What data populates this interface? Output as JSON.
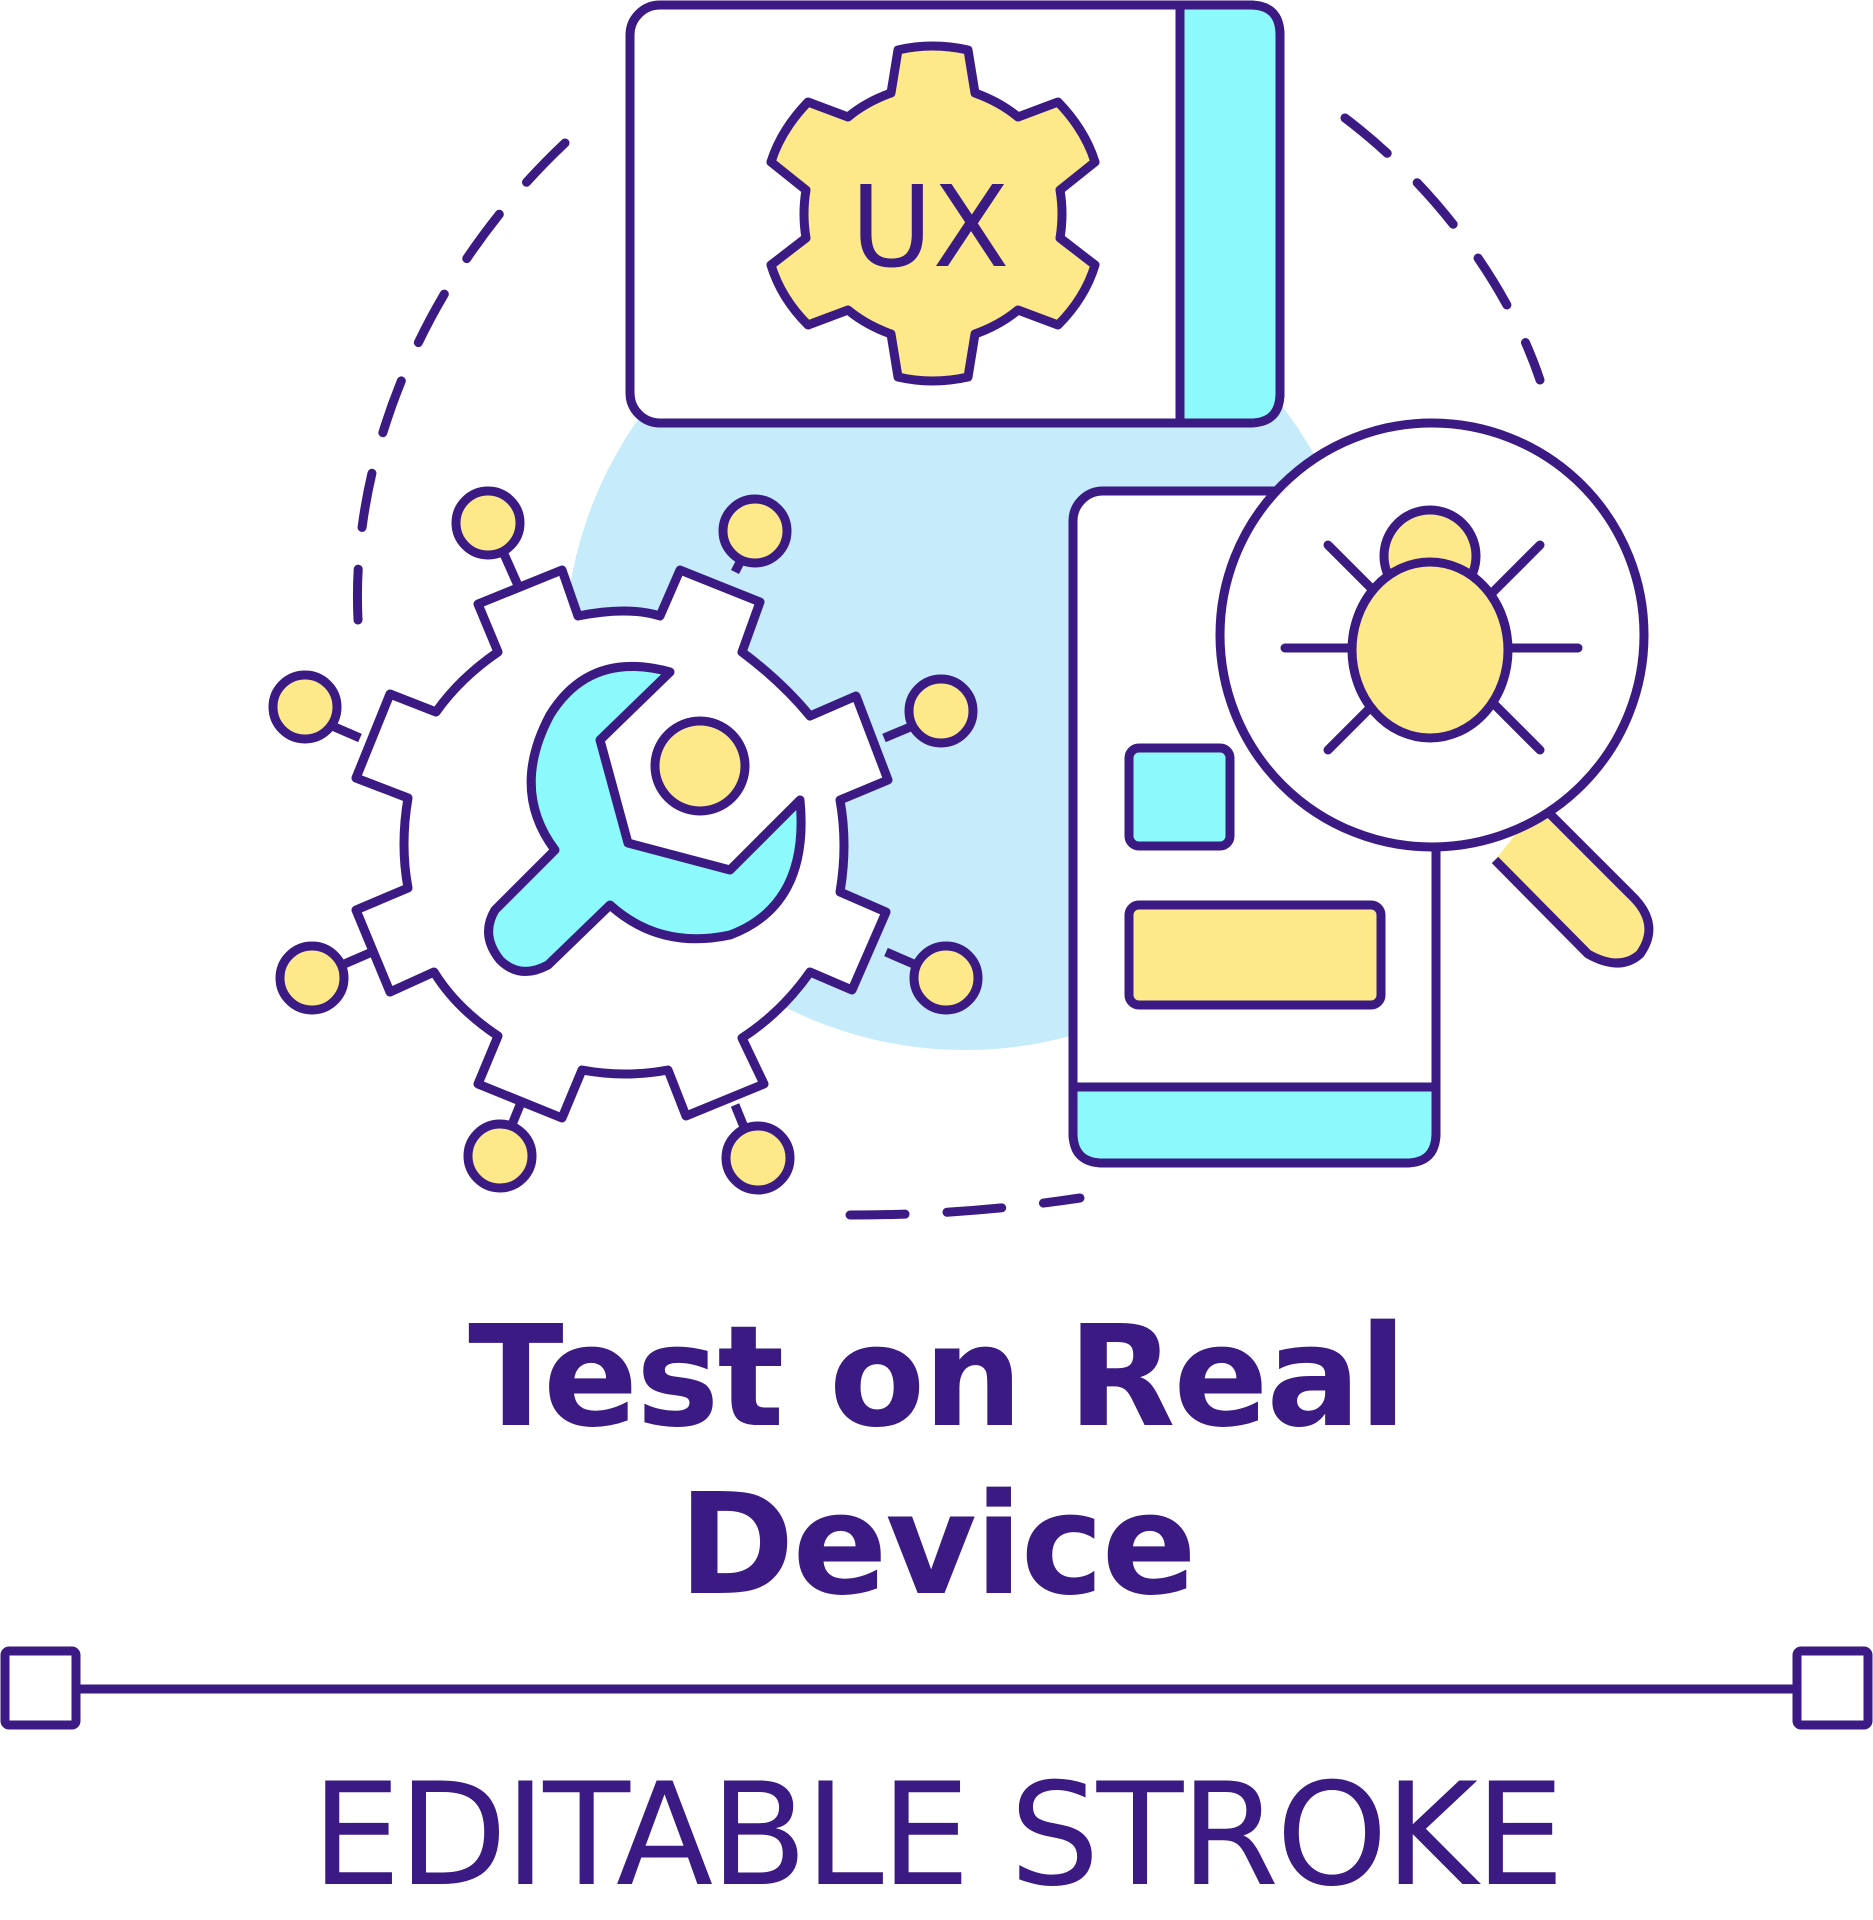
{
  "title": {
    "line1": "Test on Real",
    "line2": "Device"
  },
  "caption": "EDITABLE STROKE",
  "screen_card": {
    "label": "UX"
  },
  "icons": {
    "card": "ux-settings-card-icon",
    "gear": "gear-wrench-icon",
    "phone": "mobile-device-icon",
    "magnifier": "magnifier-bug-icon"
  },
  "colors": {
    "stroke": "#3b1a84",
    "yellow": "#fde98a",
    "cyan": "#8cf9fd",
    "light_blue": "#c6ebfb",
    "background": "#ffffff"
  }
}
